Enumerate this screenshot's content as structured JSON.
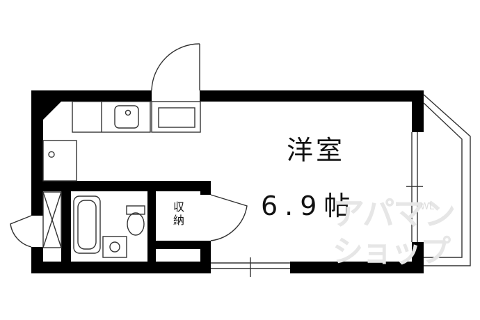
{
  "rooms": {
    "main_label": "洋室",
    "main_size": "6.9帖",
    "closet_label": "収納"
  },
  "watermark": {
    "line1": "アパマン",
    "line2": "ショップ",
    "tag": "WL"
  },
  "colors": {
    "wall": "#000000",
    "line": "#333333",
    "background": "#ffffff",
    "watermark": "#e6e6e6"
  }
}
